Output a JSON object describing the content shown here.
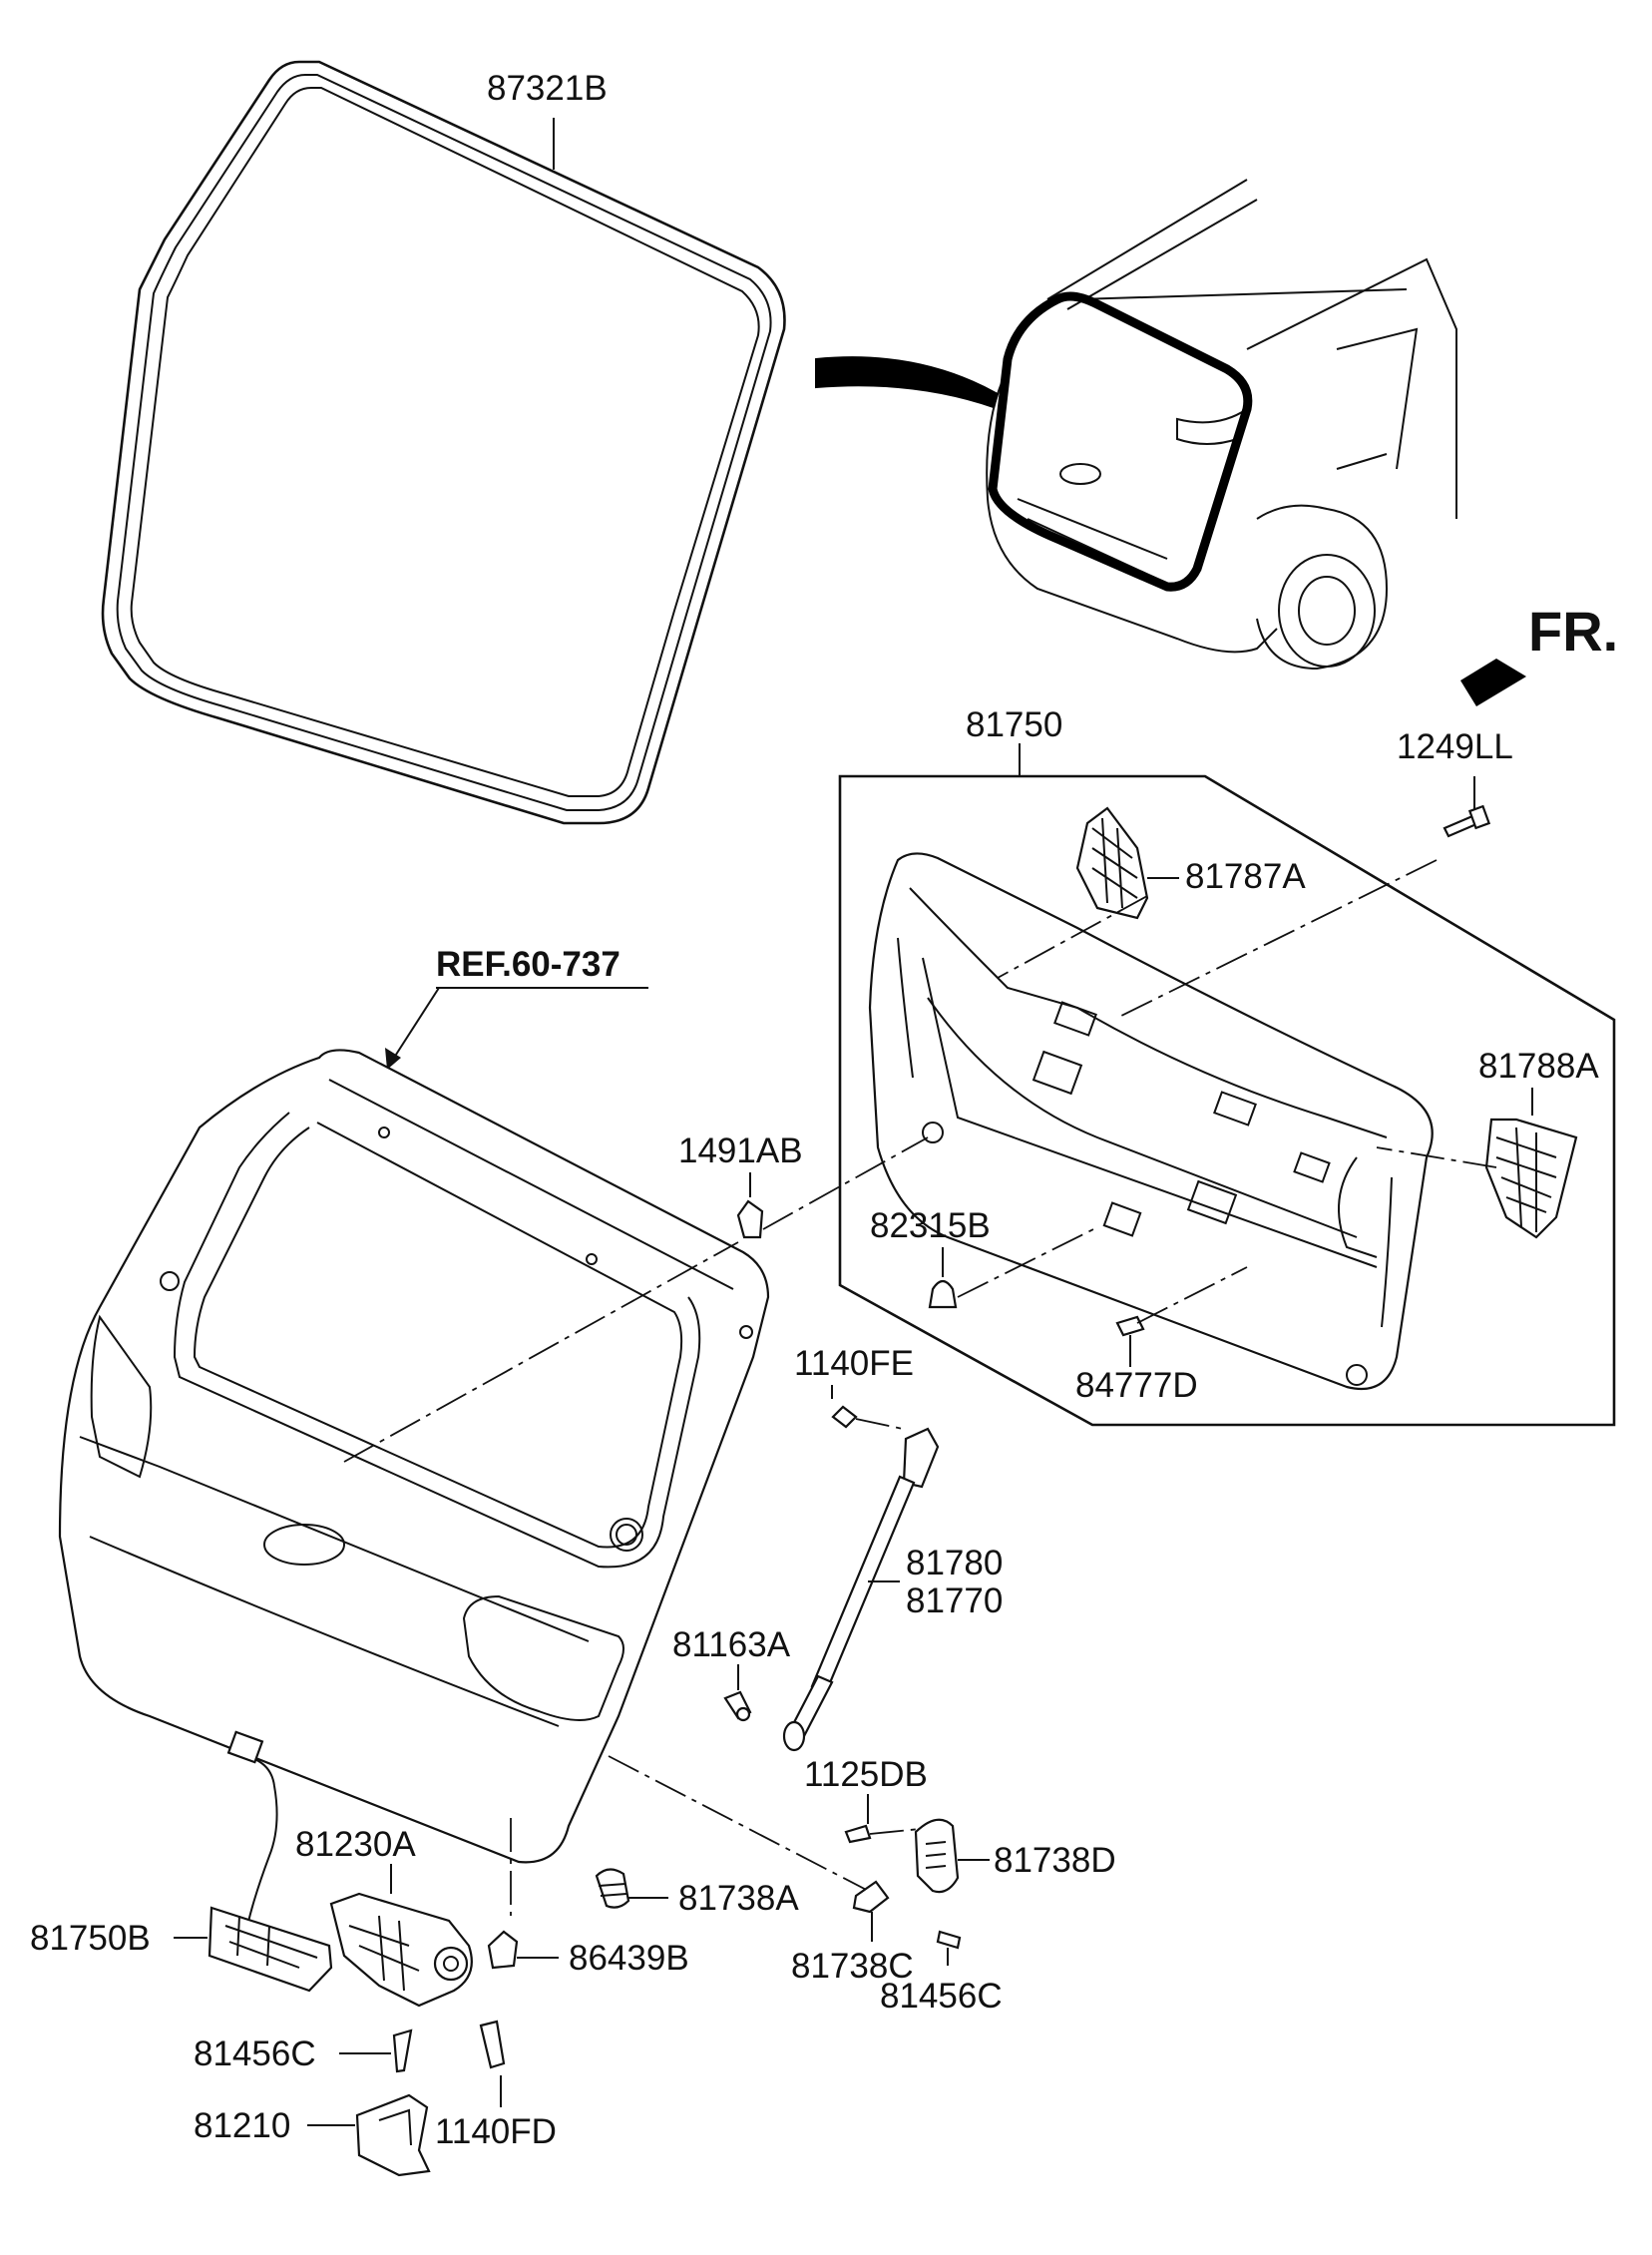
{
  "labels": {
    "p87321B": "87321B",
    "p81750": "81750",
    "p1249LL": "1249LL",
    "p81787A": "81787A",
    "p81788A": "81788A",
    "ref": "REF.60-737",
    "p1491AB": "1491AB",
    "p82315B": "82315B",
    "p84777D": "84777D",
    "p1140FE": "1140FE",
    "p81780": "81780",
    "p81770": "81770",
    "p81163A": "81163A",
    "p1125DB": "1125DB",
    "p81738D": "81738D",
    "p81230A": "81230A",
    "p81750B": "81750B",
    "p81738A": "81738A",
    "p86439B": "86439B",
    "p81738C": "81738C",
    "p81456C_right": "81456C",
    "p81456C_left": "81456C",
    "p81210": "81210",
    "p1140FD": "1140FD",
    "fr": "FR."
  }
}
